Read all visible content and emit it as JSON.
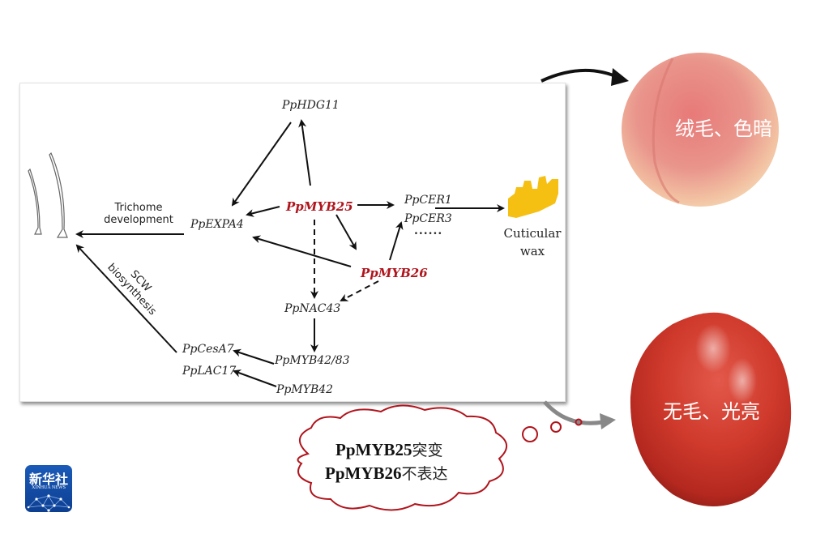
{
  "diagram": {
    "nodes": {
      "hdg11": "PpHDG11",
      "myb25": "PpMYB25",
      "myb26": "PpMYB26",
      "expa4": "PpEXPA4",
      "cer1": "PpCER1",
      "cer3": "PpCER3",
      "ellipsis": "......",
      "nac43": "PpNAC43",
      "myb42_83": "PpMYB42/83",
      "myb42": "PpMYB42",
      "cesa7": "PpCesA7",
      "lac17": "PpLAC17"
    },
    "labels": {
      "trichome_line1": "Trichome",
      "trichome_line2": "development",
      "scw_line1": "SCW",
      "scw_line2": "biosynthesis",
      "wax_line1": "Cuticular",
      "wax_line2": "wax"
    },
    "colors": {
      "highlight_gene": "#b0141c",
      "wax": "#f5c012",
      "arrow": "#111111"
    }
  },
  "fruits": {
    "peach_label": "绒毛、色暗",
    "nectarine_label": "无毛、光亮"
  },
  "thought_bubble": {
    "line1_gene": "PpMYB25",
    "line1_cn": "突变",
    "line2_gene": "PpMYB26",
    "line2_cn": "不表达",
    "border_color": "#b0141c"
  },
  "logo": {
    "name_cn": "新华社",
    "name_en": "XINHUA NEWS"
  }
}
